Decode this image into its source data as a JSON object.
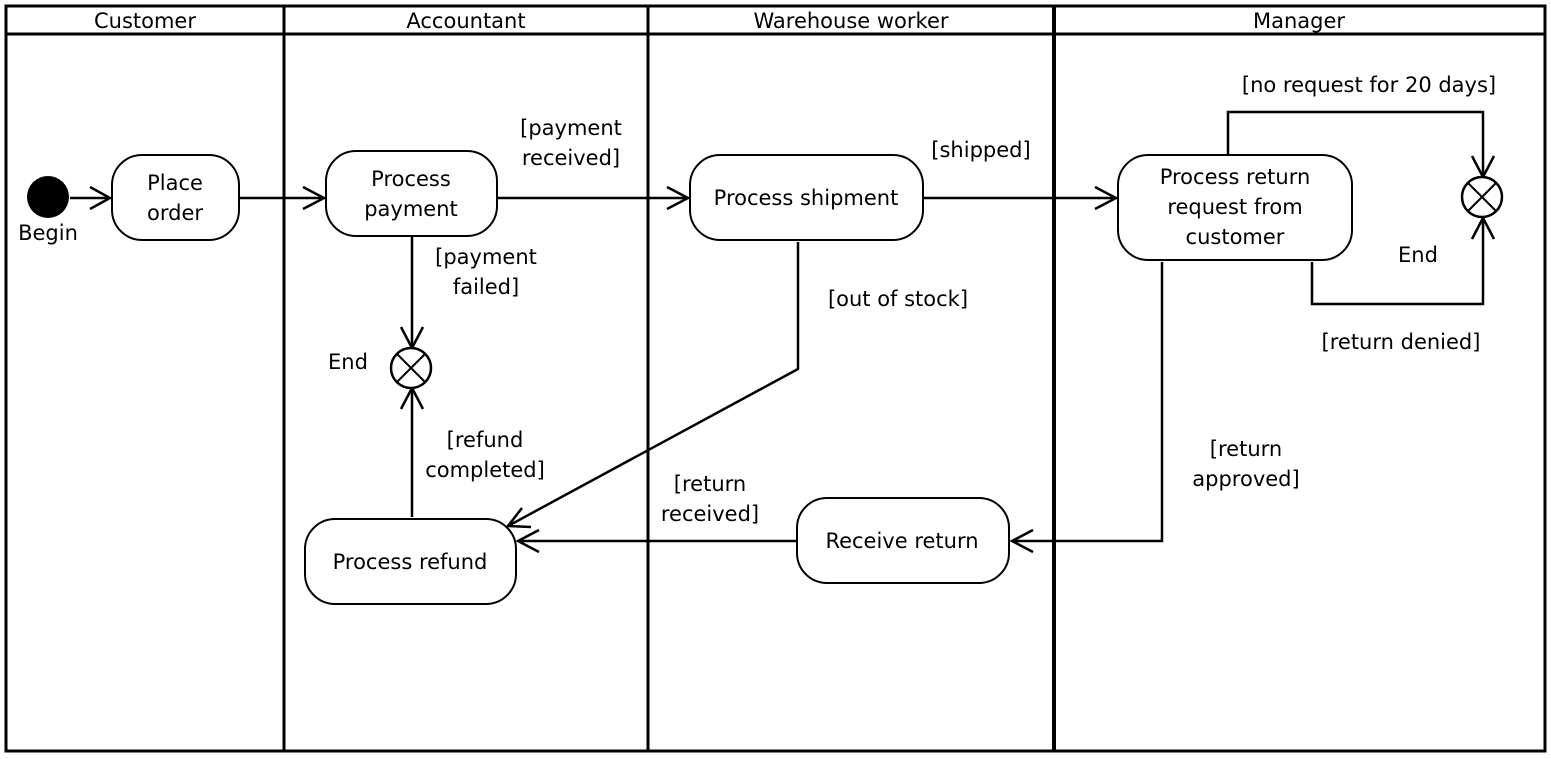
{
  "swimlanes": [
    {
      "id": "customer",
      "label": "Customer"
    },
    {
      "id": "accountant",
      "label": "Accountant"
    },
    {
      "id": "warehouse",
      "label": "Warehouse worker"
    },
    {
      "id": "manager",
      "label": "Manager"
    }
  ],
  "nodes": {
    "begin": {
      "label": "Begin"
    },
    "place_order": {
      "lines": [
        "Place",
        "order"
      ]
    },
    "process_payment": {
      "lines": [
        "Process",
        "payment"
      ]
    },
    "process_shipment": {
      "lines": [
        "Process shipment"
      ]
    },
    "process_return_request": {
      "lines": [
        "Process return",
        "request from",
        "customer"
      ]
    },
    "process_refund": {
      "lines": [
        "Process refund"
      ]
    },
    "receive_return": {
      "lines": [
        "Receive return"
      ]
    },
    "end_accountant": {
      "label": "End"
    },
    "end_manager": {
      "label": "End"
    }
  },
  "guards": {
    "payment_received": [
      "[payment",
      "received]"
    ],
    "payment_failed": [
      "[payment",
      "failed]"
    ],
    "shipped": [
      "[shipped]"
    ],
    "out_of_stock": [
      "[out of stock]"
    ],
    "no_request_20_days": [
      "[no request for 20 days]"
    ],
    "return_denied": [
      "[return denied]"
    ],
    "return_approved": [
      "[return",
      "approved]"
    ],
    "return_received": [
      "[return",
      "received]"
    ],
    "refund_completed": [
      "[refund",
      "completed]"
    ]
  }
}
